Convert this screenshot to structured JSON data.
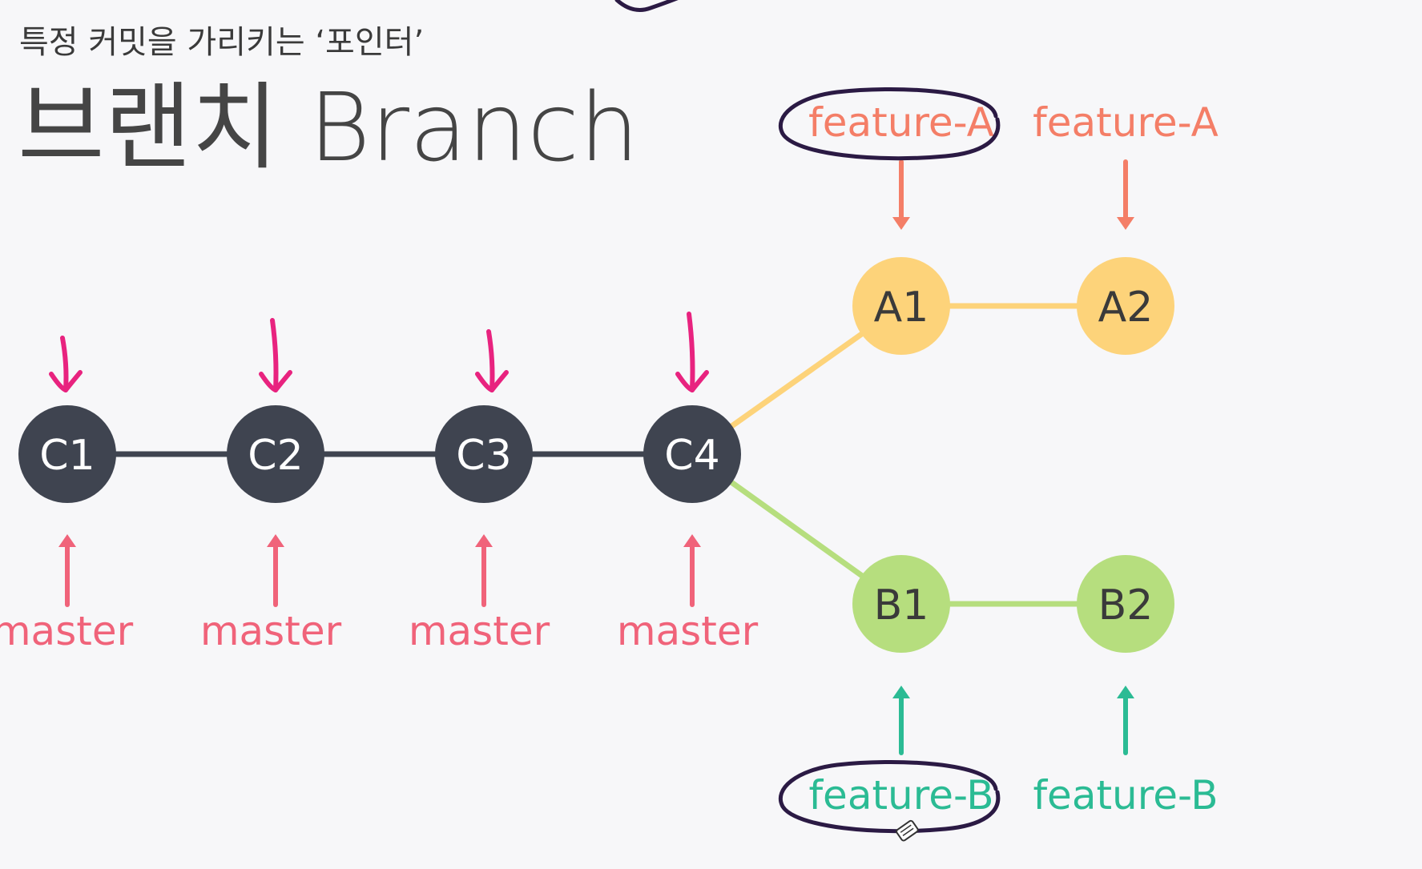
{
  "header": {
    "subtitle": "특정 커밋을 가리키는 ‘포인터’",
    "title": "브랜치 Branch"
  },
  "colors": {
    "main_commit": "#3f4450",
    "main_edge": "#3f4450",
    "branch_a": "#fdd37a",
    "branch_b": "#b6de7e",
    "master_label": "#f0637a",
    "pointer_arrow": "#e8237f",
    "feature_a_label": "#f47e67",
    "feature_b_label": "#2bbb94",
    "highlight_ink": "#2b1a44"
  },
  "commits": [
    {
      "id": "C1",
      "label": "C1",
      "branch": "master"
    },
    {
      "id": "C2",
      "label": "C2",
      "branch": "master"
    },
    {
      "id": "C3",
      "label": "C3",
      "branch": "master"
    },
    {
      "id": "C4",
      "label": "C4",
      "branch": "master"
    },
    {
      "id": "A1",
      "label": "A1",
      "branch": "feature-A"
    },
    {
      "id": "A2",
      "label": "A2",
      "branch": "feature-A"
    },
    {
      "id": "B1",
      "label": "B1",
      "branch": "feature-B"
    },
    {
      "id": "B2",
      "label": "B2",
      "branch": "feature-B"
    }
  ],
  "edges": [
    {
      "from": "C1",
      "to": "C2",
      "branch": "master"
    },
    {
      "from": "C2",
      "to": "C3",
      "branch": "master"
    },
    {
      "from": "C3",
      "to": "C4",
      "branch": "master"
    },
    {
      "from": "C4",
      "to": "A1",
      "branch": "feature-A"
    },
    {
      "from": "A1",
      "to": "A2",
      "branch": "feature-A"
    },
    {
      "from": "C4",
      "to": "B1",
      "branch": "feature-B"
    },
    {
      "from": "B1",
      "to": "B2",
      "branch": "feature-B"
    }
  ],
  "branch_pointers": [
    {
      "label": "master",
      "target": "C1",
      "side": "below"
    },
    {
      "label": "master",
      "target": "C2",
      "side": "below"
    },
    {
      "label": "master",
      "target": "C3",
      "side": "below"
    },
    {
      "label": "master",
      "target": "C4",
      "side": "below"
    },
    {
      "label": "feature-A",
      "target": "A1",
      "side": "above",
      "circled": true
    },
    {
      "label": "feature-A",
      "target": "A2",
      "side": "above"
    },
    {
      "label": "feature-B",
      "target": "B1",
      "side": "below",
      "circled": true
    },
    {
      "label": "feature-B",
      "target": "B2",
      "side": "below"
    }
  ],
  "annotations": {
    "hand_drawn_arrows_on": [
      "C1",
      "C2",
      "C3",
      "C4"
    ]
  }
}
